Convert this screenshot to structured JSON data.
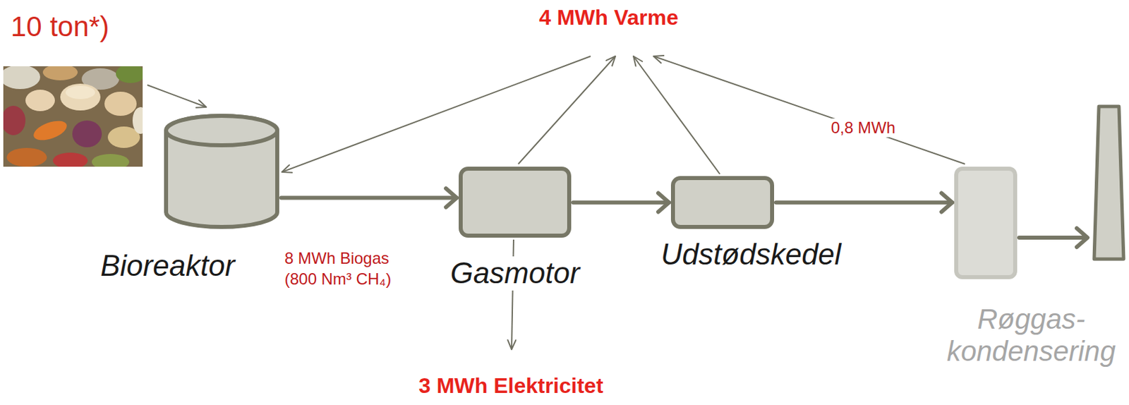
{
  "diagram": {
    "nodes": [
      {
        "text": [
          "Bioreaktor"
        ]
      },
      {
        "text": [
          "Gasmotor"
        ]
      },
      {
        "text": [
          "Udstødskedel"
        ]
      },
      {
        "text": [
          "Røggas- kondensering"
        ]
      }
    ],
    "edges": [
      {
        "from": 0,
        "to": 1,
        "arrow": "to"
      },
      {
        "from": 1,
        "to": 2,
        "arrow": "to"
      },
      {
        "from": 2,
        "to": 3,
        "arrow": "to"
      }
    ],
    "labels": [
      "10 ton*)",
      "4 MWh Varme",
      "8 MWh Biogas (800 Nm³ CH₄)",
      "0,8 MWh",
      "3 MWh Elektricitet"
    ]
  }
}
